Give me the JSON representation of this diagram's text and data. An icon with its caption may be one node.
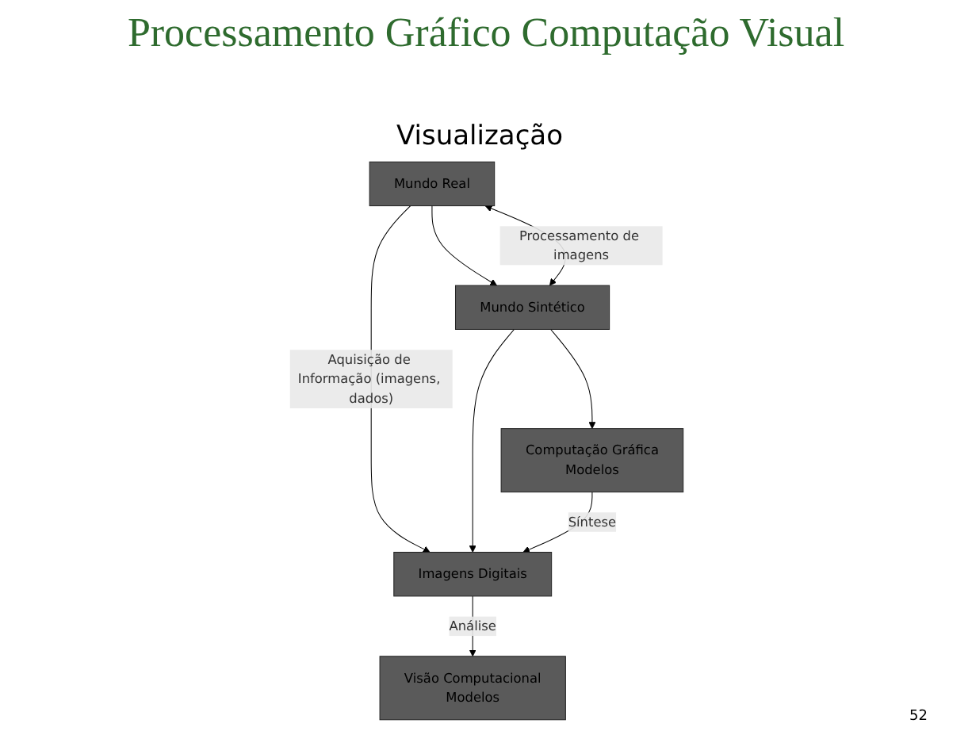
{
  "diagram": {
    "title": "Processamento Gráfico Computação Visual",
    "nodes": [
      {
        "text": [
          "Visão Computacional",
          "Modelos"
        ]
      },
      {
        "text": [
          "Imagens Digitais"
        ]
      },
      {
        "text": [
          "Computação Gráfica",
          "Modelos"
        ]
      },
      {
        "text": [
          "Mundo Real"
        ]
      },
      {
        "text": [
          "Mundo Sintético"
        ]
      }
    ],
    "edges": [
      {
        "from": 1,
        "to": 0,
        "arrow": "to",
        "label": "Análise"
      },
      {
        "from": 2,
        "to": 1,
        "arrow": "to",
        "label": "Síntese"
      },
      {
        "from": 3,
        "to": 1,
        "arrow": "to",
        "label": "Aquisição de Informação (imagens, dados)"
      },
      {
        "from": 4,
        "to": 1,
        "arrow": "to"
      },
      {
        "from": 3,
        "to": 4,
        "arrow": "to"
      },
      {
        "from": 4,
        "to": 2,
        "arrow": "to"
      },
      {
        "from": 3,
        "to": 4,
        "arrow": "both",
        "label": "Processamento de imagens"
      }
    ],
    "labels": [
      "Visualização",
      "52"
    ]
  }
}
